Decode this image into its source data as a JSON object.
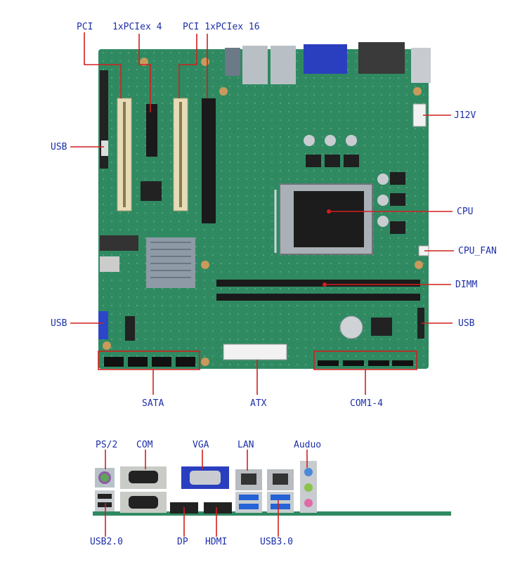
{
  "colors": {
    "label": "#1c2fa8",
    "leader": "#d21f1f",
    "pcb": "#2f8a62",
    "pcb_dark": "#1f6a4a",
    "slot_beige": "#e8dcb8",
    "slot_black": "#1a1a1a",
    "vga_blue": "#2a3fbf",
    "usb3_blue": "#2563d6"
  },
  "board_labels": {
    "pci_left": "PCI",
    "pcie4": "1xPCIex 4",
    "pci_pcie16": "PCI 1xPCIex 16",
    "usb_left_top": "USB",
    "usb_left_bottom": "USB",
    "j12v": "J12V",
    "cpu": "CPU",
    "cpu_fan": "CPU_FAN",
    "dimm": "DIMM",
    "usb_right": "USB",
    "sata": "SATA",
    "atx": "ATX",
    "com": "COM1-4"
  },
  "io_labels": {
    "ps2": "PS/2",
    "com": "COM",
    "vga": "VGA",
    "lan": "LAN",
    "audio": "Auduo",
    "usb2": "USB2.0",
    "dp": "DP",
    "hdmi": "HDMI",
    "usb3": "USB3.0"
  }
}
